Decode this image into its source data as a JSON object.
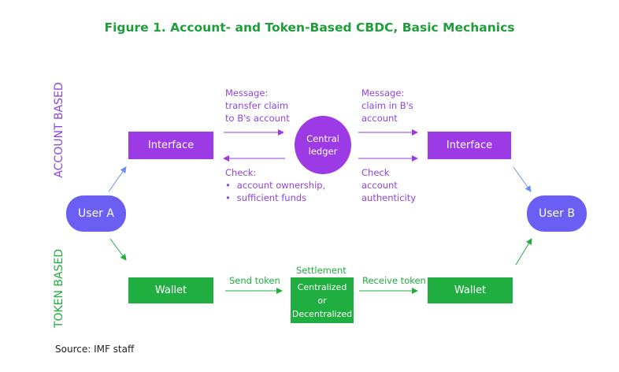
{
  "title": "Figure 1. Account- and Token-Based CBDC, Basic Mechanics",
  "side_labels": {
    "account": "ACCOUNT BASED",
    "token": "TOKEN BASED"
  },
  "nodes": {
    "user_a": "User A",
    "user_b": "User B",
    "interface_left": "Interface",
    "interface_right": "Interface",
    "central_ledger_line1": "Central",
    "central_ledger_line2": "ledger",
    "wallet_left": "Wallet",
    "wallet_right": "Wallet",
    "settlement_title": "Settlement",
    "settlement_line1": "Centralized",
    "settlement_line2": "or",
    "settlement_line3": "Decentralized"
  },
  "labels": {
    "msg_left": [
      "Message:",
      "transfer claim",
      "to B's account"
    ],
    "msg_right": [
      "Message:",
      "claim in B's",
      "account"
    ],
    "check_left_title": "Check:",
    "check_left_items": [
      "account ownership,",
      "sufficient funds"
    ],
    "check_right": [
      "Check",
      "account",
      "authenticity"
    ],
    "send_token": "Send token",
    "receive_token": "Receive token"
  },
  "source": "Source: IMF staff",
  "colors": {
    "purple": "#9c3ae6",
    "green": "#1fae3f",
    "user": "#6a5ff2",
    "title": "#1f9e3a"
  }
}
